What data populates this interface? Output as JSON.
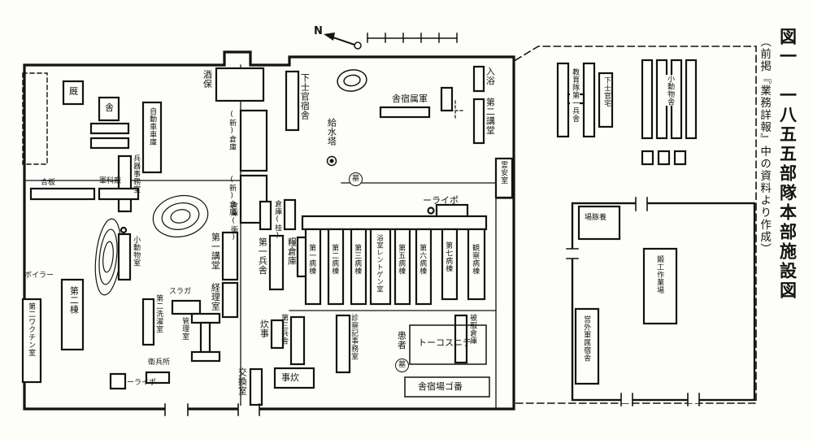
{
  "figure": {
    "title": "図一　一八五五部隊本部施設図",
    "subtitle": "（前掲『業務詳報』中の資料より作成）",
    "compass": "N"
  },
  "colors": {
    "ink": "#131313",
    "paper": "#fdfdf9"
  },
  "map": {
    "labels": [
      {
        "text": "酒保"
      },
      {
        "text": "(新)倉庫"
      },
      {
        "text": "(新)倉庫"
      },
      {
        "text": "倉庫(衛)"
      },
      {
        "text": "倉庫(桂)"
      },
      {
        "text": "第一講堂"
      },
      {
        "text": "経理室"
      },
      {
        "text": "第一兵舎"
      },
      {
        "text": "糧倉庫"
      },
      {
        "text": "下士官宿舎"
      },
      {
        "text": "給水塔"
      },
      {
        "text": "舎宿属軍"
      },
      {
        "text": "入浴"
      },
      {
        "text": "第二講堂"
      },
      {
        "text": "霊安室"
      },
      {
        "text": "ーライポ"
      },
      {
        "text": "墓"
      },
      {
        "text": "第一病棟"
      },
      {
        "text": "第二病棟"
      },
      {
        "text": "第三病棟"
      },
      {
        "text": "浴室レントゲン室"
      },
      {
        "text": "第五病棟"
      },
      {
        "text": "第六病棟"
      },
      {
        "text": "第七病棟"
      },
      {
        "text": "観察病棟"
      },
      {
        "text": "炊事"
      },
      {
        "text": "第三兵舎"
      },
      {
        "text": "診察記事務室"
      },
      {
        "text": "患者"
      },
      {
        "text": "墓"
      },
      {
        "text": "トーコスニテ"
      },
      {
        "text": "被服倉庫"
      },
      {
        "text": "舎宿場ゴ番"
      },
      {
        "text": "交換室"
      },
      {
        "text": "事炊"
      },
      {
        "text": "厩"
      },
      {
        "text": "舎"
      },
      {
        "text": "自動車車庫"
      },
      {
        "text": "兵器事務室"
      },
      {
        "text": "軍科廠"
      },
      {
        "text": "合板"
      },
      {
        "text": "小動物室"
      },
      {
        "text": "ボイラー"
      },
      {
        "text": "第二棟"
      },
      {
        "text": "第二ワクチン室"
      },
      {
        "text": "第二洗濯室"
      },
      {
        "text": "スラガ"
      },
      {
        "text": "管理室"
      },
      {
        "text": "衛兵所"
      },
      {
        "text": "ーライポ"
      },
      {
        "text": "教育隊第一兵舎"
      },
      {
        "text": "下士官宅"
      },
      {
        "text": "小動物舎"
      },
      {
        "text": "場豚養"
      },
      {
        "text": "鍛工作業場"
      },
      {
        "text": "営外軍属宿舎"
      }
    ]
  }
}
